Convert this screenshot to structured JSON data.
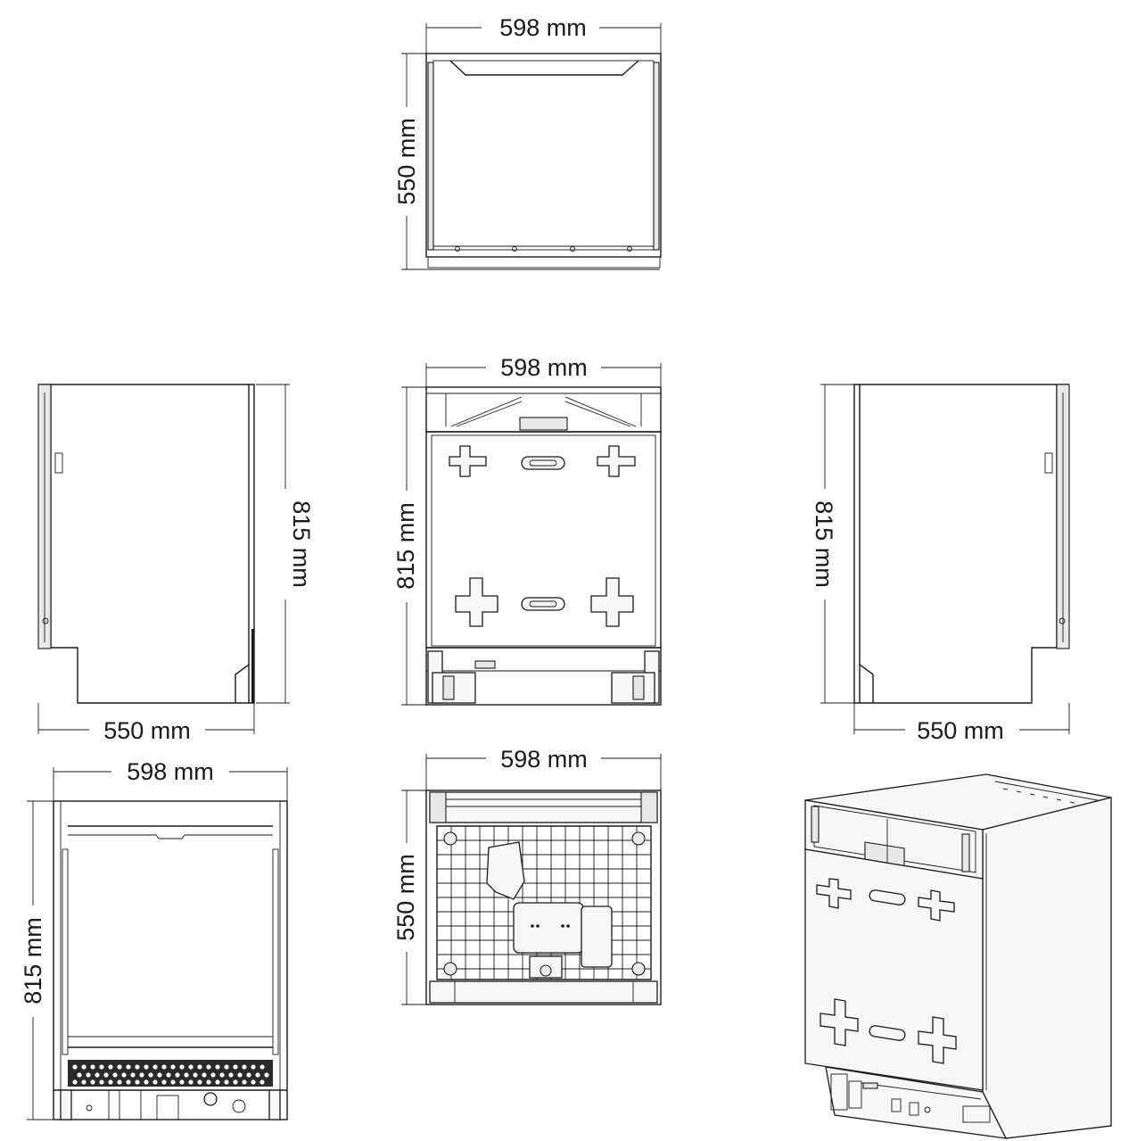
{
  "dimensions": {
    "top_view": {
      "width": "598 mm",
      "depth": "550 mm"
    },
    "left_side_view": {
      "height": "815 mm",
      "depth": "550 mm"
    },
    "front_view": {
      "width": "598 mm",
      "height": "815 mm"
    },
    "right_side_view": {
      "height": "815 mm",
      "depth": "550 mm"
    },
    "back_view": {
      "width": "598 mm",
      "height": "815 mm"
    },
    "bottom_view": {
      "width": "598 mm",
      "depth": "550 mm"
    }
  },
  "colors": {
    "line": "#1a1a1a",
    "background": "#ffffff",
    "panel_fill": "#f7f7f7"
  }
}
